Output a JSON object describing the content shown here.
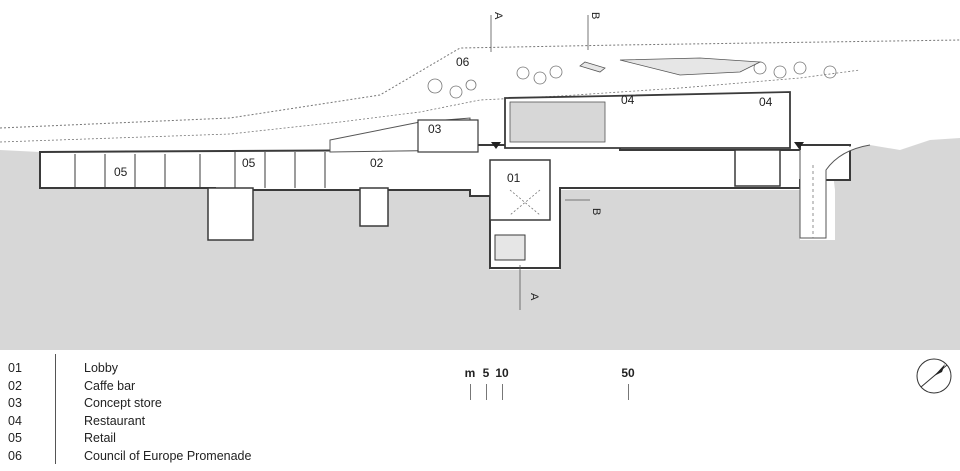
{
  "plan": {
    "room_labels": [
      "06",
      "05",
      "05",
      "02",
      "03",
      "01",
      "04",
      "04"
    ],
    "section_labels": [
      "A",
      "B",
      "B",
      "A"
    ]
  },
  "legend": [
    {
      "number": "01",
      "label": "Lobby"
    },
    {
      "number": "02",
      "label": "Caffe bar"
    },
    {
      "number": "03",
      "label": "Concept store"
    },
    {
      "number": "04",
      "label": "Restaurant"
    },
    {
      "number": "05",
      "label": "Retail"
    },
    {
      "number": "06",
      "label": "Council of Europe Promenade"
    }
  ],
  "scale": {
    "labels": [
      "m",
      "5",
      "10",
      "50"
    ]
  },
  "colors": {
    "ground": "#d7d7d7",
    "wall": "#3a3a3a",
    "light_fill": "#e6e6e6",
    "line": "#555555"
  }
}
